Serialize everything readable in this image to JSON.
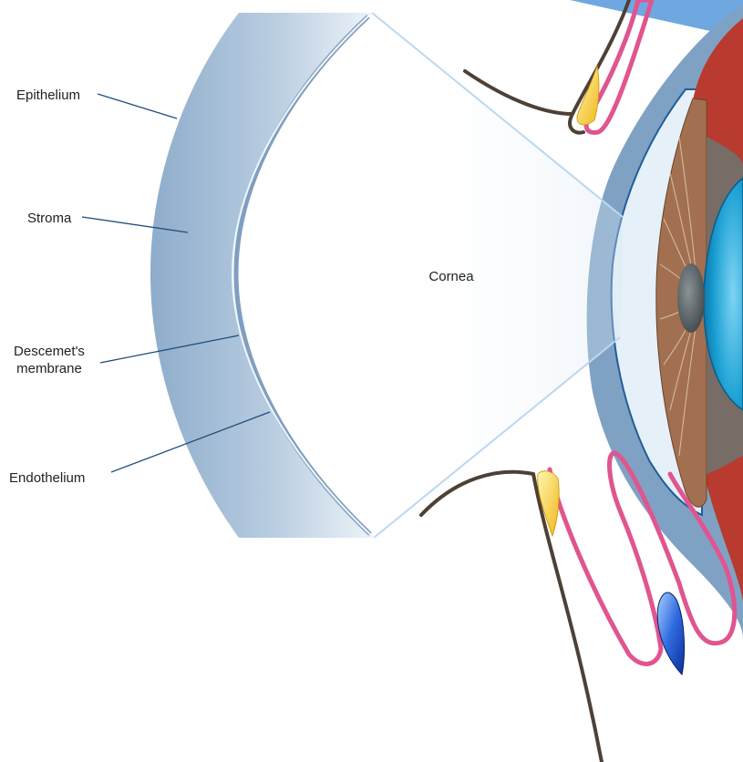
{
  "labels": {
    "epithelium": "Epithelium",
    "stroma": "Stroma",
    "descemet_line1": "Descemet's",
    "descemet_line2": "membrane",
    "endothelium": "Endothelium",
    "cornea": "Cornea"
  },
  "colors": {
    "cornea_layer": "#9db7d2",
    "cornea_light": "#e4edf6",
    "leader_line": "#1f4e79",
    "sclera": "#7fa2c4",
    "choroid_red": "#b93a2e",
    "iris_brown": "#a27050",
    "lens_blue": "#1496c8",
    "eyelid_pink": "#e0558f",
    "eyelash_dark": "#4d4136",
    "gland_yellow": "#f2c21b",
    "tear_blue": "#2563d8"
  }
}
